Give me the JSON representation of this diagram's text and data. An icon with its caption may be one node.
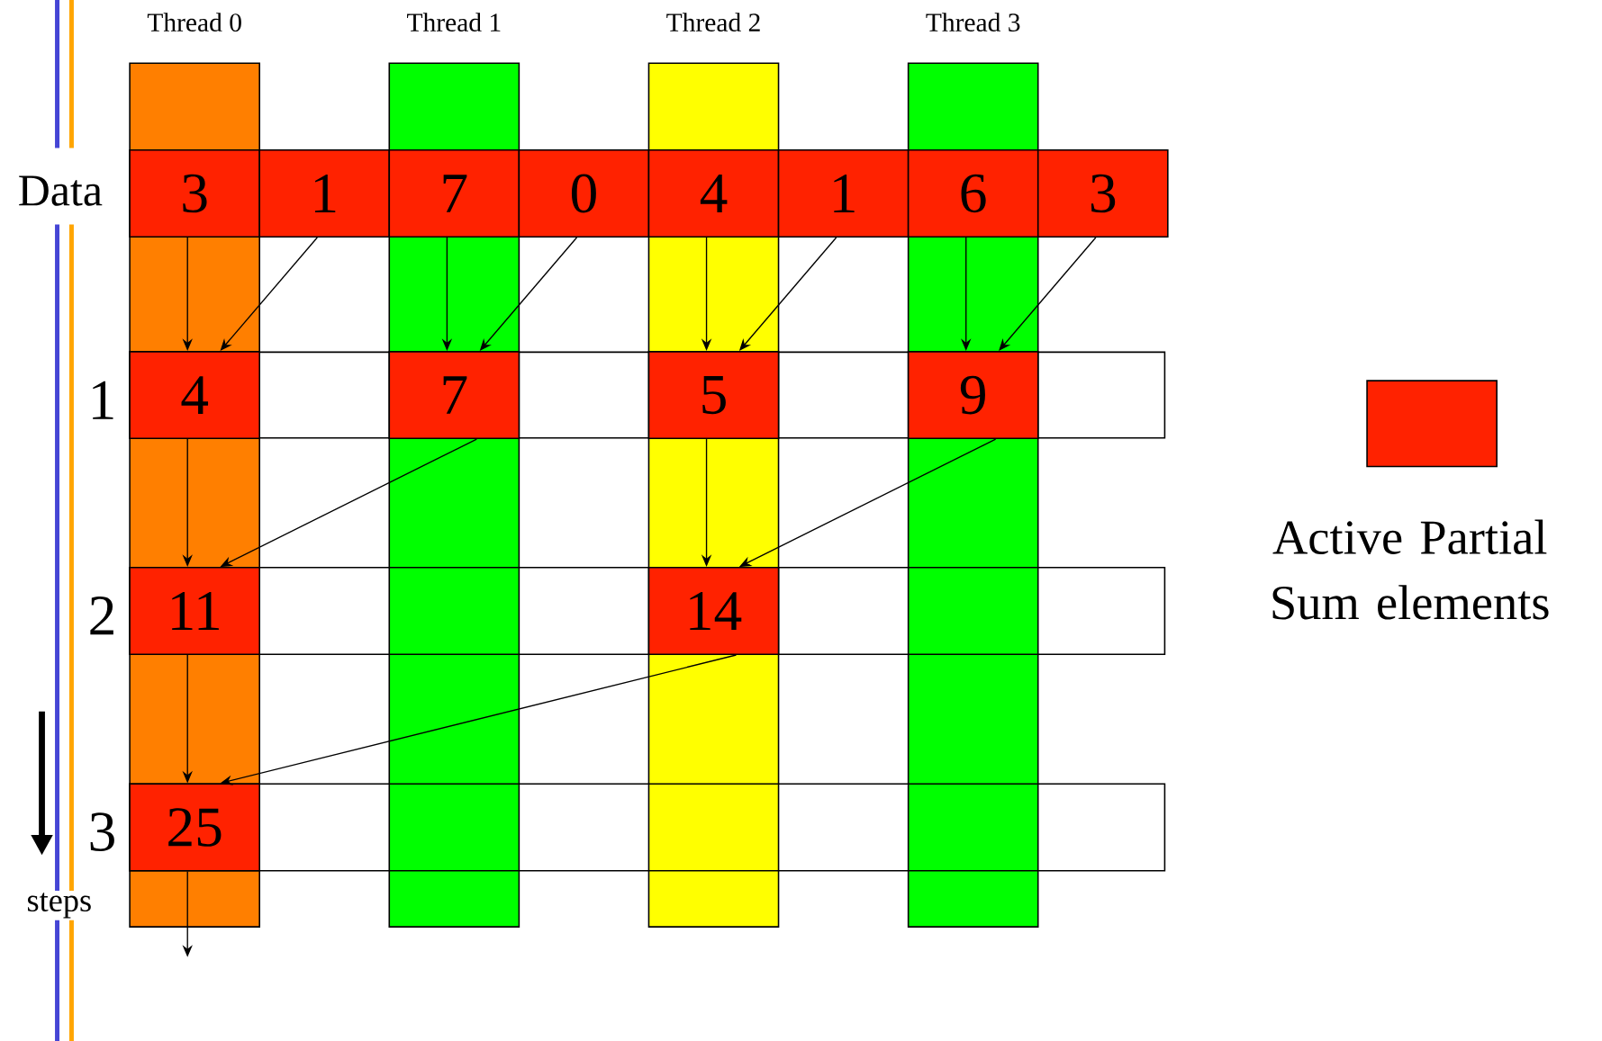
{
  "diagram": {
    "nodes": [
      {
        "text": [
          "Thread 0"
        ]
      },
      {
        "text": [
          "Thread 1"
        ]
      },
      {
        "text": [
          "Thread 2"
        ]
      },
      {
        "text": [
          "Thread 3"
        ]
      },
      {
        "text": [
          "3"
        ],
        "in": 0
      },
      {
        "text": [
          "1"
        ]
      },
      {
        "text": [
          "7"
        ],
        "in": 1
      },
      {
        "text": [
          "0"
        ]
      },
      {
        "text": [
          "4"
        ],
        "in": 2
      },
      {
        "text": [
          "1"
        ]
      },
      {
        "text": [
          "6"
        ],
        "in": 3
      },
      {
        "text": [
          "3"
        ]
      },
      {
        "text": [
          "4"
        ],
        "in": 0
      },
      {
        "text": [
          "7"
        ],
        "in": 1
      },
      {
        "text": [
          "5"
        ],
        "in": 2
      },
      {
        "text": [
          "9"
        ],
        "in": 3
      },
      {
        "text": [
          "11"
        ],
        "in": 0
      },
      {
        "text": [
          "14"
        ],
        "in": 2
      },
      {
        "text": [
          "25"
        ],
        "in": 0
      }
    ],
    "edges": [
      {
        "from": 4,
        "to": 12,
        "arrow": "to"
      },
      {
        "from": 5,
        "to": 12,
        "arrow": "to"
      },
      {
        "from": 6,
        "to": 13,
        "arrow": "to"
      },
      {
        "from": 7,
        "to": 13,
        "arrow": "to"
      },
      {
        "from": 8,
        "to": 14,
        "arrow": "to"
      },
      {
        "from": 9,
        "to": 14,
        "arrow": "to"
      },
      {
        "from": 10,
        "to": 15,
        "arrow": "to"
      },
      {
        "from": 11,
        "to": 15,
        "arrow": "to"
      },
      {
        "from": 12,
        "to": 16,
        "arrow": "to"
      },
      {
        "from": 13,
        "to": 16,
        "arrow": "to"
      },
      {
        "from": 14,
        "to": 17,
        "arrow": "to"
      },
      {
        "from": 15,
        "to": 17,
        "arrow": "to"
      },
      {
        "from": 16,
        "to": 18,
        "arrow": "to"
      },
      {
        "from": 17,
        "to": 18,
        "arrow": "to"
      },
      {
        "from": 18,
        "to": null,
        "arrow": "to"
      }
    ],
    "labels": [
      "Data",
      "1",
      "2",
      "3",
      "steps"
    ],
    "legend": [
      {
        "text": "Active Partial Sum elements",
        "color": "#ff2200"
      }
    ]
  }
}
